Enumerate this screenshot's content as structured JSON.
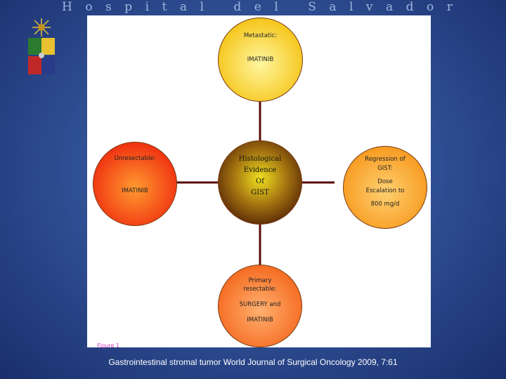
{
  "header": {
    "title": "Hospital del Salvador"
  },
  "diagram": {
    "figure_label": "Figure 1",
    "center": {
      "lines": [
        "Histological",
        "Evidence",
        "Of",
        "GIST"
      ]
    },
    "top": {
      "label": "Metastatic:",
      "treatment": "IMATINIB"
    },
    "left": {
      "label": "Unresectable:",
      "treatment": "IMATINIB"
    },
    "right": {
      "lines": [
        "Regression of",
        "GIST:",
        "Dose",
        "Escalation to",
        "800 mg/d"
      ]
    },
    "bottom": {
      "lines": [
        "Primary",
        "resectable:",
        "SURGERY and",
        "IMATINIB"
      ]
    },
    "colors": {
      "top": "#f5c518",
      "left": "#f03010",
      "right": "#f79a20",
      "bottom": "#f56a20",
      "center": "#5a2a05",
      "connector": "#5a0a0a"
    }
  },
  "footer": {
    "citation": "Gastrointestinal stromal tumor World Journal of Surgical Oncology 2009, 7:61"
  }
}
